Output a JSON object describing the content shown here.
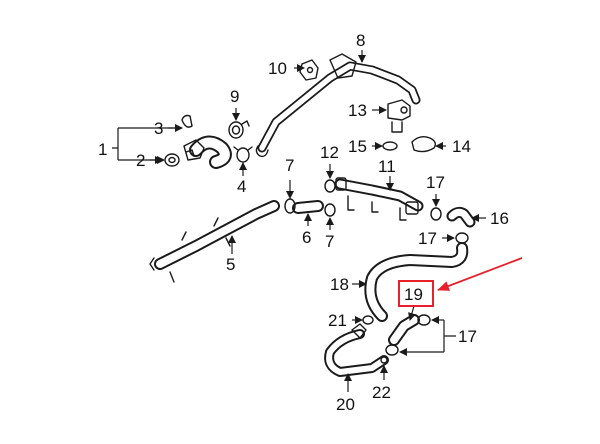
{
  "diagram": {
    "highlight_color": "#e8202a",
    "callouts": [
      {
        "id": "c1",
        "label": "1"
      },
      {
        "id": "c2",
        "label": "2"
      },
      {
        "id": "c3",
        "label": "3"
      },
      {
        "id": "c4",
        "label": "4"
      },
      {
        "id": "c5",
        "label": "5"
      },
      {
        "id": "c6",
        "label": "6"
      },
      {
        "id": "c7a",
        "label": "7"
      },
      {
        "id": "c7b",
        "label": "7"
      },
      {
        "id": "c8",
        "label": "8"
      },
      {
        "id": "c9",
        "label": "9"
      },
      {
        "id": "c10",
        "label": "10"
      },
      {
        "id": "c11",
        "label": "11"
      },
      {
        "id": "c12",
        "label": "12"
      },
      {
        "id": "c13",
        "label": "13"
      },
      {
        "id": "c14",
        "label": "14"
      },
      {
        "id": "c15",
        "label": "15"
      },
      {
        "id": "c16",
        "label": "16"
      },
      {
        "id": "c17a",
        "label": "17"
      },
      {
        "id": "c17b",
        "label": "17"
      },
      {
        "id": "c17c",
        "label": "17"
      },
      {
        "id": "c18",
        "label": "18"
      },
      {
        "id": "c19",
        "label": "19",
        "highlighted": true
      },
      {
        "id": "c20",
        "label": "20"
      },
      {
        "id": "c21",
        "label": "21"
      },
      {
        "id": "c22",
        "label": "22"
      }
    ]
  }
}
